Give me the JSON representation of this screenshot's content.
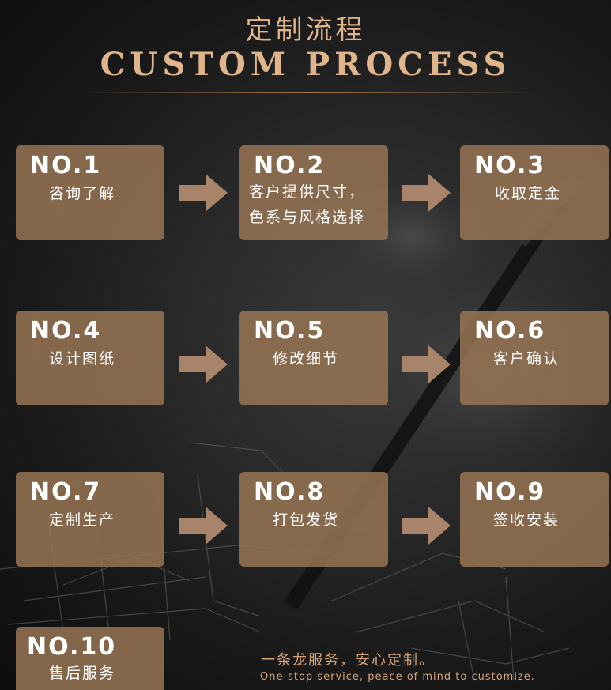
{
  "header": {
    "title_cn": "定制流程",
    "title_en": "CUSTOM PROCESS"
  },
  "steps": [
    {
      "number": "NO.1",
      "label": "咨询了解"
    },
    {
      "number": "NO.2",
      "label_line1": "客户提供尺寸，",
      "label_line2": "色系与风格选择"
    },
    {
      "number": "NO.3",
      "label": "收取定金"
    },
    {
      "number": "NO.4",
      "label": "设计图纸"
    },
    {
      "number": "NO.5",
      "label": "修改细节"
    },
    {
      "number": "NO.6",
      "label": "客户确认"
    },
    {
      "number": "NO.7",
      "label": "定制生产"
    },
    {
      "number": "NO.8",
      "label": "打包发货"
    },
    {
      "number": "NO.9",
      "label": "签收安装"
    },
    {
      "number": "NO.10",
      "label": "售后服务"
    }
  ],
  "footer": {
    "slogan_cn": "一条龙服务，安心定制。",
    "slogan_en": "One-stop service, peace of mind to customize."
  },
  "colors": {
    "accent": "#e0b58c",
    "card": "#98765a",
    "arrow": "#a8846a",
    "background": "#1a1a1a"
  },
  "icons": [
    "right-arrow-icon"
  ]
}
